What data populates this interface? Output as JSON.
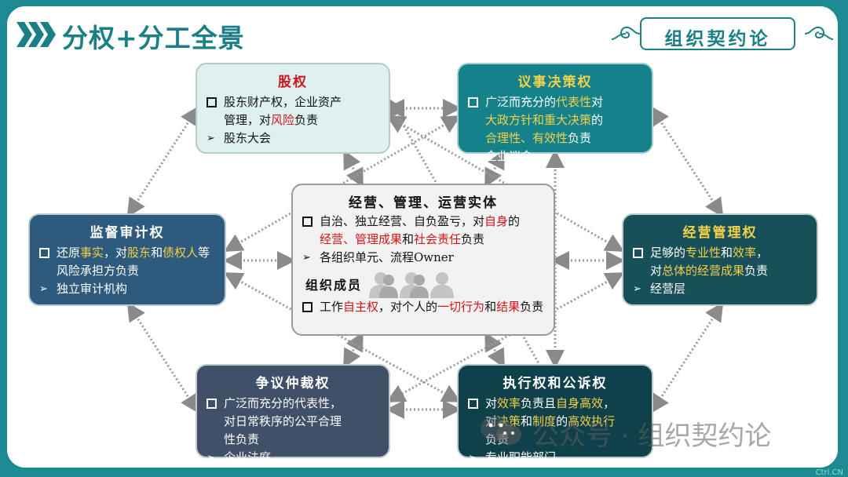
{
  "header": {
    "title": "分权+分工全景",
    "brand": "组织契约论"
  },
  "colors": {
    "teal": "#1b7f86",
    "red": "#d0151b",
    "yellow": "#f3d04a"
  },
  "equity": {
    "title": "股权",
    "b1": [
      "股东财产权，企业资产",
      "管理，对",
      "风险",
      "负责"
    ],
    "a1": "股东大会"
  },
  "deliberation": {
    "title": "议事决策权",
    "b1": [
      "广泛而充分的",
      "代表性",
      "对",
      "大政方针和重大决策",
      "的",
      "合理性、有效性",
      "负责"
    ],
    "a1": "企业议会"
  },
  "audit": {
    "title": "监督审计权",
    "b1": [
      "还原",
      "事实",
      "，对",
      "股东",
      "和",
      "债权人",
      "等风险承担方负责"
    ],
    "a1": "独立审计机构"
  },
  "management": {
    "title": "经营管理权",
    "b1": [
      "足够的",
      "专业性",
      "和",
      "效率",
      "，",
      "对",
      "总体的经营成果",
      "负责"
    ],
    "a1": "经营层"
  },
  "arbitration": {
    "title": "争议仲裁权",
    "b1": [
      "广泛而充分的代表性，",
      "对日常秩序的公平合理",
      "性负责"
    ],
    "a1": "企业法庭"
  },
  "execution": {
    "title": "执行权和公诉权",
    "b1": [
      "对",
      "效率",
      "负责且",
      "自身高效",
      "，",
      "对",
      "决策",
      "和",
      "制度",
      "的",
      "高效执行",
      "负责"
    ],
    "a1": "专业职能部门"
  },
  "center": {
    "title": "经营、管理、运营实体",
    "b1": [
      "自治、独立经营、自负盈亏，对",
      "自身",
      "的",
      "经营、管理成果",
      "和",
      "社会责任",
      "负责"
    ],
    "a1": "各组织单元、流程Owner",
    "members_title": "组织成员",
    "b2": [
      "工作",
      "自主权",
      "，对个人的",
      "一切行为",
      "和",
      "结果",
      "负责"
    ]
  },
  "watermark": {
    "text": "公众号 · 组织契约论"
  },
  "corner_text": "Ctrl.CN"
}
